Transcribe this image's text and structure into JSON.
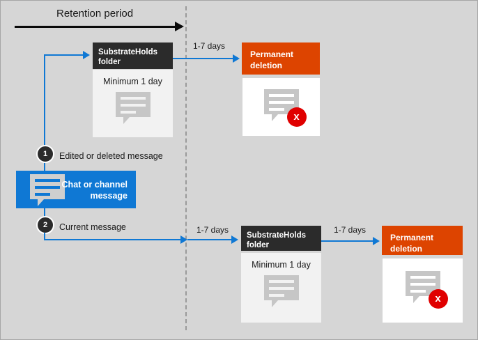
{
  "diagram": {
    "title": "Retention period",
    "colors": {
      "background": "#d6d6d6",
      "accent_blue": "#0f78d4",
      "dark": "#2b2b2b",
      "orange": "#dd4400",
      "red": "#e00000",
      "panel_light": "#f2f2f2",
      "panel_white": "#ffffff"
    },
    "steps": [
      {
        "number": "1",
        "label": "Edited or deleted message"
      },
      {
        "number": "2",
        "label": "Current message"
      }
    ],
    "source_box": {
      "label": "Chat or channel message",
      "icon": "chat-bubble-icon"
    },
    "top_flow": {
      "substrate": {
        "header_line1": "SubstrateHolds",
        "header_line2": "folder",
        "caption": "Minimum 1 day",
        "icon": "chat-bubble-icon"
      },
      "transition_label": "1-7  days",
      "deletion": {
        "header_line1": "Permanent",
        "header_line2": "deletion",
        "icon": "chat-bubble-deleted-icon",
        "badge": "x"
      }
    },
    "bottom_flow": {
      "first_transition_label": "1-7 days",
      "substrate": {
        "header_line1": "SubstrateHolds",
        "header_line2": "folder",
        "caption": "Minimum 1 day",
        "icon": "chat-bubble-icon"
      },
      "second_transition_label": "1-7 days",
      "deletion": {
        "header_line1": "Permanent",
        "header_line2": "deletion",
        "icon": "chat-bubble-deleted-icon",
        "badge": "x"
      }
    }
  }
}
